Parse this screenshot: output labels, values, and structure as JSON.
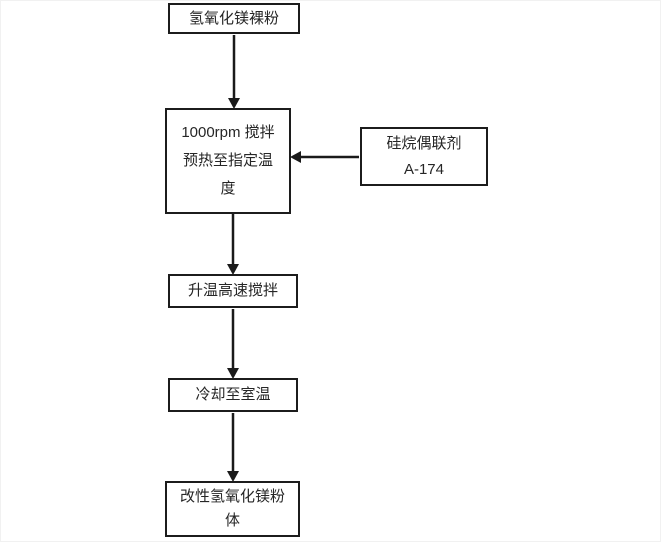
{
  "diagram": {
    "type": "flowchart",
    "nodes": {
      "raw_powder": {
        "label": "氢氧化镁裸粉"
      },
      "preheat": {
        "label": "1000rpm 搅拌\n预热至指定温\n度"
      },
      "coupling_agent": {
        "label": "硅烷偶联剂\nA-174"
      },
      "high_speed_stir": {
        "label": "升温高速搅拌"
      },
      "cool": {
        "label": "冷却至室温"
      },
      "product": {
        "label": "改性氢氧化镁粉\n体"
      }
    },
    "edges": [
      {
        "from": "raw_powder",
        "to": "preheat",
        "direction": "down"
      },
      {
        "from": "coupling_agent",
        "to": "preheat",
        "direction": "left"
      },
      {
        "from": "preheat",
        "to": "high_speed_stir",
        "direction": "down"
      },
      {
        "from": "high_speed_stir",
        "to": "cool",
        "direction": "down"
      },
      {
        "from": "cool",
        "to": "product",
        "direction": "down"
      }
    ],
    "colors": {
      "line": "#1a1a1a",
      "box_border": "#1c1c1c",
      "background": "#ffffff",
      "text": "#262626"
    }
  }
}
